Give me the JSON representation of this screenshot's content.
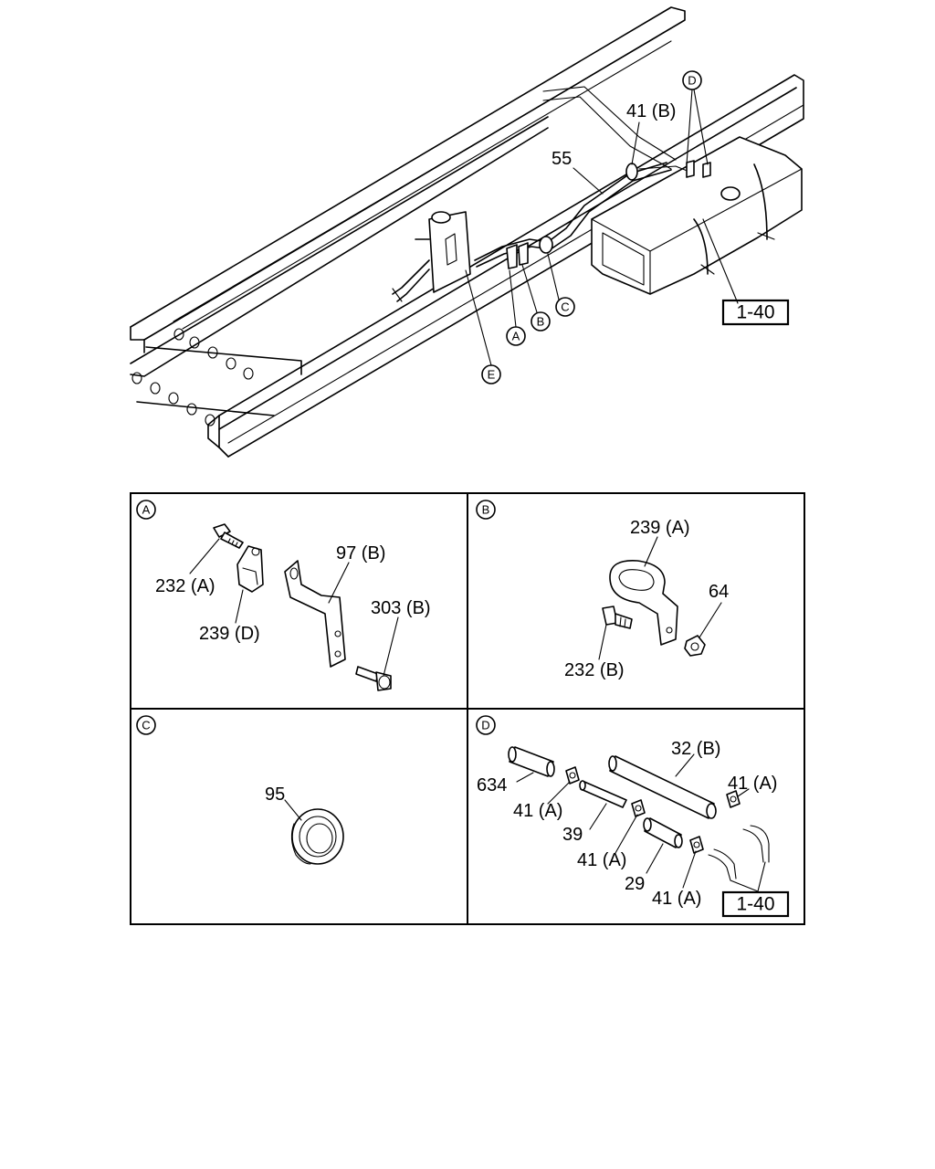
{
  "overview": {
    "callouts": [
      "41 (B)",
      "55",
      "1-40"
    ],
    "circle_markers": [
      "D",
      "E",
      "A",
      "B",
      "C"
    ]
  },
  "panels": [
    {
      "id": "A",
      "labels": [
        "232 (A)",
        "239 (D)",
        "97 (B)",
        "303 (B)"
      ]
    },
    {
      "id": "B",
      "labels": [
        "239 (A)",
        "64",
        "232 (B)"
      ]
    },
    {
      "id": "C",
      "labels": [
        "95"
      ]
    },
    {
      "id": "D",
      "labels": [
        "32 (B)",
        "634",
        "41 (A)",
        "41 (A)",
        "39",
        "41 (A)",
        "29",
        "41 (A)",
        "1-40"
      ]
    }
  ]
}
